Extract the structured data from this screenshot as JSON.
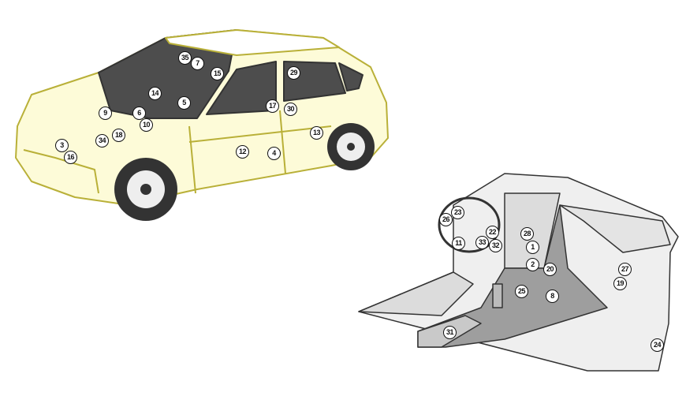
{
  "car_callouts": [
    "35",
    "7",
    "15",
    "14",
    "5",
    "29",
    "9",
    "6",
    "10",
    "17",
    "30",
    "18",
    "34",
    "3",
    "16",
    "13",
    "12",
    "4"
  ],
  "dashboard_callouts": [
    "23",
    "26",
    "22",
    "28",
    "11",
    "33",
    "32",
    "1",
    "2",
    "20",
    "25",
    "8",
    "27",
    "19",
    "31",
    "24"
  ],
  "colors": {
    "body": "#fdfbd8",
    "outline": "#c9c24a",
    "glass": "#555555",
    "interior": "#e6e6e6",
    "console": "#9a9a9a"
  }
}
